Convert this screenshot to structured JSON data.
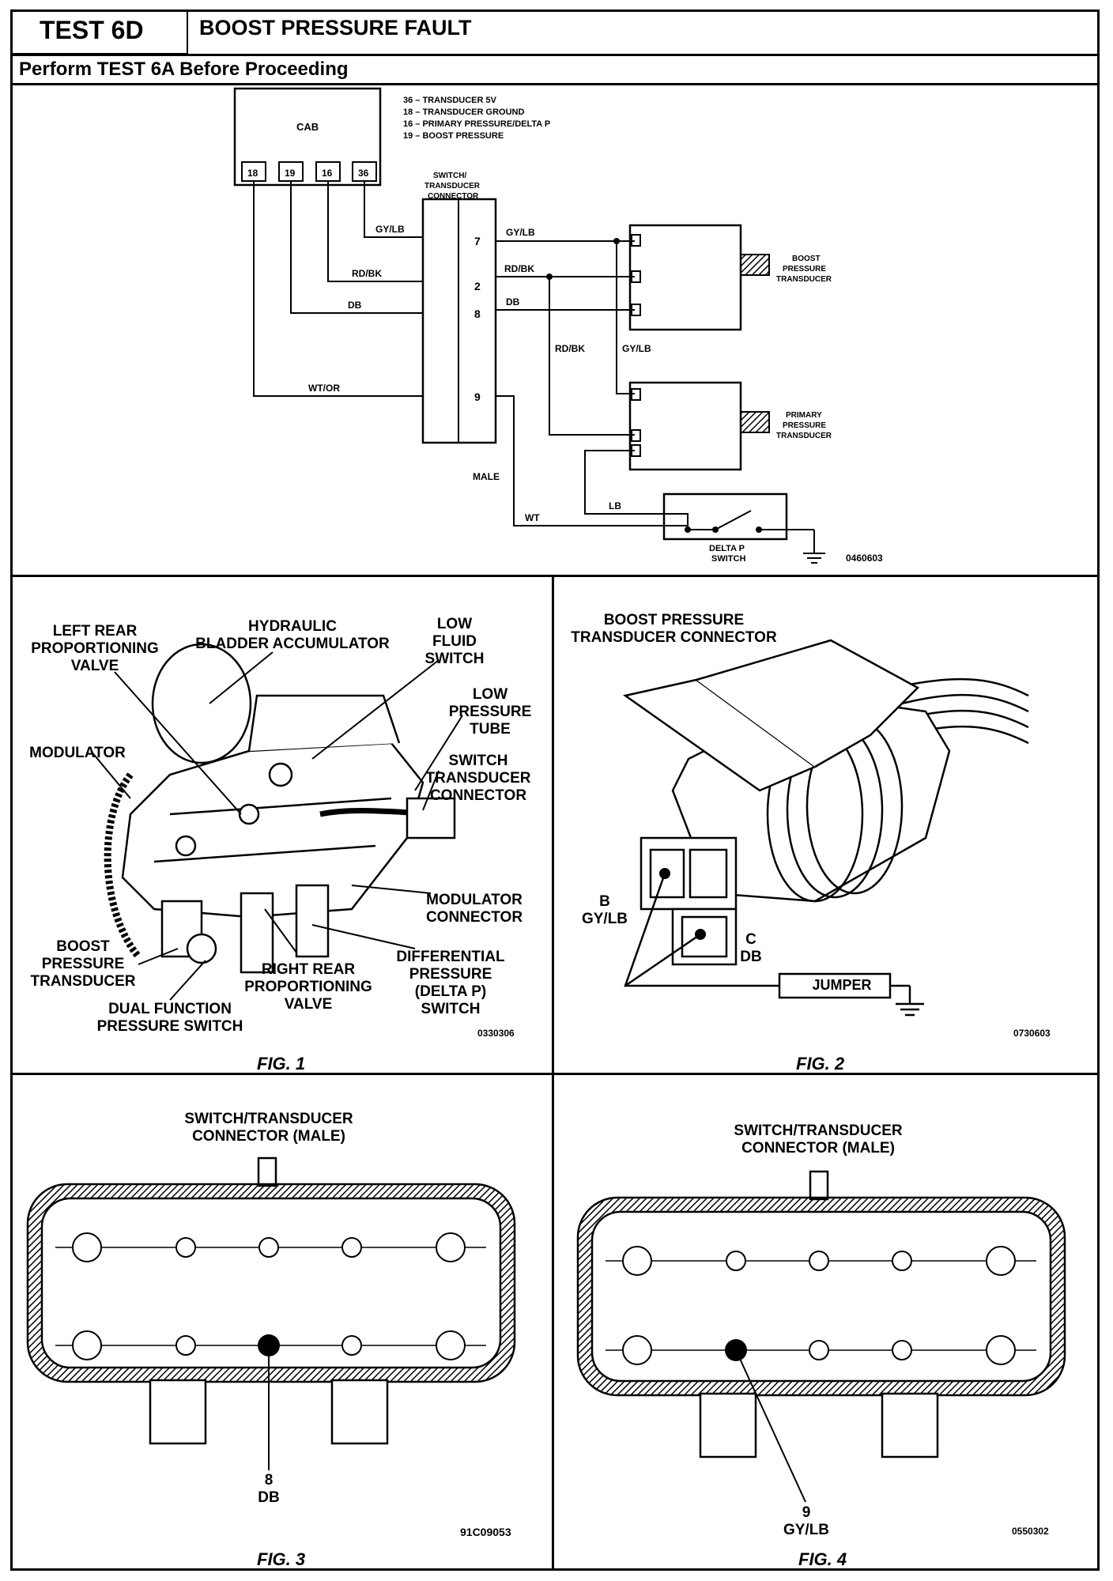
{
  "header": {
    "test_id": "TEST 6D",
    "title": "BOOST PRESSURE FAULT",
    "subtitle": "Perform TEST 6A Before Proceeding"
  },
  "schematic": {
    "cab_label": "CAB",
    "cab_pins": [
      "18",
      "19",
      "16",
      "36"
    ],
    "legend": [
      "36 – TRANSDUCER 5V",
      "18 – TRANSDUCER GROUND",
      "16 – PRIMARY PRESSURE/DELTA P",
      "19 – BOOST PRESSURE"
    ],
    "connector_label": "SWITCH/\nTRANSDUCER\nCONNECTOR",
    "connector_pins": [
      "7",
      "2",
      "8",
      "9"
    ],
    "male_label": "MALE",
    "wire_left": [
      "GY/LB",
      "RD/BK",
      "DB",
      "WT/OR"
    ],
    "wire_right": [
      "GY/LB",
      "RD/BK",
      "DB"
    ],
    "wire_mid": [
      "RD/BK",
      "GY/LB"
    ],
    "wire_lb": "LB",
    "wire_wt": "WT",
    "boost_transducer_label": "BOOST\nPRESSURE\nTRANSDUCER",
    "primary_transducer_label": "PRIMARY\nPRESSURE\nTRANSDUCER",
    "delta_switch_label": "DELTA P\nSWITCH",
    "figure_code": "0460603"
  },
  "fig1": {
    "caption": "FIG. 1",
    "code": "0330306",
    "labels": {
      "left_rear": "LEFT REAR\nPROPORTIONING\nVALVE",
      "hydraulic": "HYDRAULIC\nBLADDER ACCUMULATOR",
      "low_fluid": "LOW\nFLUID\nSWITCH",
      "low_pressure": "LOW\nPRESSURE\nTUBE",
      "switch_transducer": "SWITCH\nTRANSDUCER\nCONNECTOR",
      "modulator": "MODULATOR",
      "modulator_connector": "MODULATOR\nCONNECTOR",
      "boost_pressure": "BOOST\nPRESSURE\nTRANSDUCER",
      "right_rear": "RIGHT REAR\nPROPORTIONING\nVALVE",
      "differential": "DIFFERENTIAL\nPRESSURE\n(DELTA P)\nSWITCH",
      "dual_function": "DUAL FUNCTION\nPRESSURE SWITCH"
    }
  },
  "fig2": {
    "caption": "FIG. 2",
    "code": "0730603",
    "title": "BOOST PRESSURE\nTRANSDUCER CONNECTOR",
    "pin_b": "B\nGY/LB",
    "pin_c": "C\nDB",
    "jumper": "JUMPER"
  },
  "fig3": {
    "caption": "FIG. 3",
    "code": "91C09053",
    "title": "SWITCH/TRANSDUCER\nCONNECTOR (MALE)",
    "pin_label": "8\nDB"
  },
  "fig4": {
    "caption": "FIG. 4",
    "code": "0550302",
    "title": "SWITCH/TRANSDUCER\nCONNECTOR (MALE)",
    "pin_label": "9\nGY/LB"
  }
}
